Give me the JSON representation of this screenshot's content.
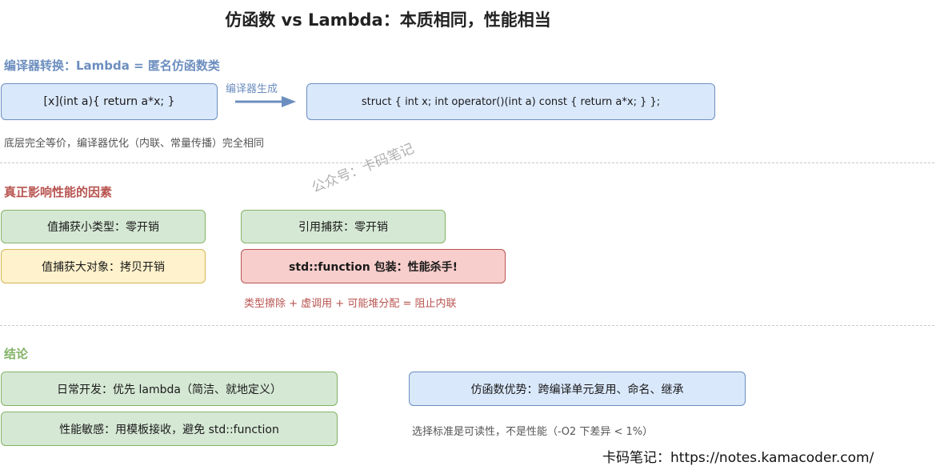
{
  "title": "仿函数 vs Lambda：本质相同，性能相当",
  "sec1": {
    "heading": "编译器转换：Lambda = 匿名仿函数类",
    "lambda_box": "[x](int a){ return a*x; }",
    "arrow_label": "编译器生成",
    "struct_box": "struct { int x; int operator()(int a) const { return a*x; } };",
    "note": "底层完全等价，编译器优化（内联、常量传播）完全相同"
  },
  "sec2": {
    "heading": "真正影响性能的因素",
    "watermark": "公众号：卡码笔记",
    "small_value": "值捕获小类型：零开销",
    "ref_capture": "引用捕获：零开销",
    "large_value": "值捕获大对象：拷贝开销",
    "std_function": "std::function 包装：性能杀手!",
    "std_function_note": "类型擦除 + 虚调用 + 可能堆分配 = 阻止内联"
  },
  "sec3": {
    "heading": "结论",
    "daily": "日常开发：优先 lambda（简洁、就地定义）",
    "sensitive": "性能敏感：用模板接收，避免 std::function",
    "functor_adv": "仿函数优势：跨编译单元复用、命名、继承",
    "note": "选择标准是可读性，不是性能（-O2 下差异 < 1%）"
  },
  "footer": "卡码笔记：https://notes.kamacoder.com/",
  "colors": {
    "blue_fill": "#dae8fc",
    "blue_stroke": "#6c8ebf",
    "green_fill": "#d5e8d4",
    "green_stroke": "#82b366",
    "yellow_fill": "#fff2cc",
    "yellow_stroke": "#d6b656",
    "red_fill": "#f8cecc",
    "red_stroke": "#b85450"
  }
}
